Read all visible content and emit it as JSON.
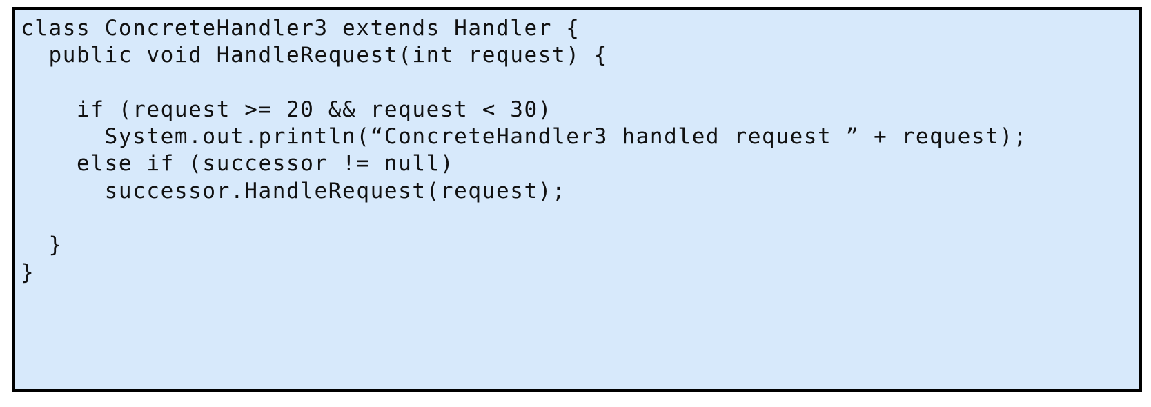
{
  "page": {
    "background_color": "#ffffff"
  },
  "code_box": {
    "language": "java",
    "background_color": "#d7e9fb",
    "border_color": "#000000",
    "text_color": "#111111",
    "lines": [
      "class ConcreteHandler3 extends Handler {",
      "  public void HandleRequest(int request) {",
      "",
      "    if (request >= 20 && request < 30)",
      "      System.out.println(“ConcreteHandler3 handled request ” + request);",
      "    else if (successor != null)",
      "      successor.HandleRequest(request);",
      "",
      "  }",
      "}"
    ]
  }
}
